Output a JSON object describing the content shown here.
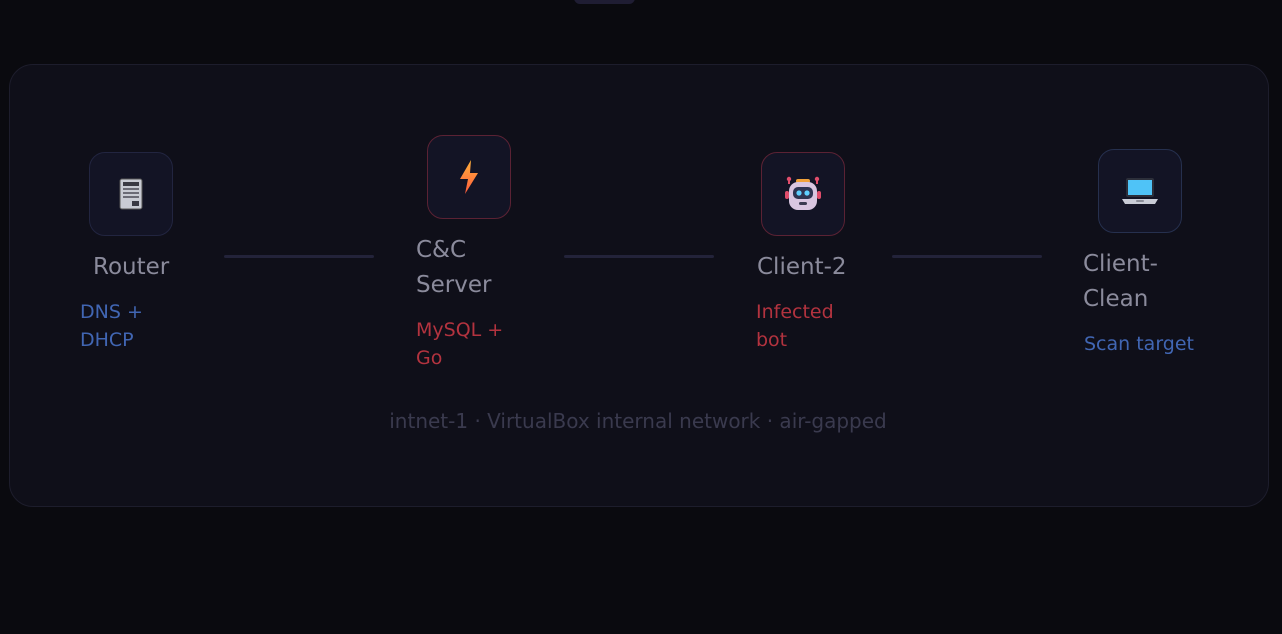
{
  "nodes": [
    {
      "id": "router",
      "title": "Router",
      "subtitle": "DNS + DHCP",
      "icon": "server-icon"
    },
    {
      "id": "cnc",
      "title": "C&C Server",
      "subtitle": "MySQL + Go",
      "icon": "lightning-icon"
    },
    {
      "id": "client2",
      "title": "Client-2",
      "subtitle": "Infected bot",
      "icon": "robot-icon"
    },
    {
      "id": "clean",
      "title": "Client-Clean",
      "subtitle": "Scan target",
      "icon": "laptop-icon"
    }
  ],
  "colors": {
    "background": "#0a0a0f",
    "card": "#0f0f19",
    "blue_sub": "#4166b3",
    "red_sub": "#b3333f",
    "title": "#8b8b9c"
  },
  "caption": "intnet-1 · VirtualBox internal network · air-gapped"
}
